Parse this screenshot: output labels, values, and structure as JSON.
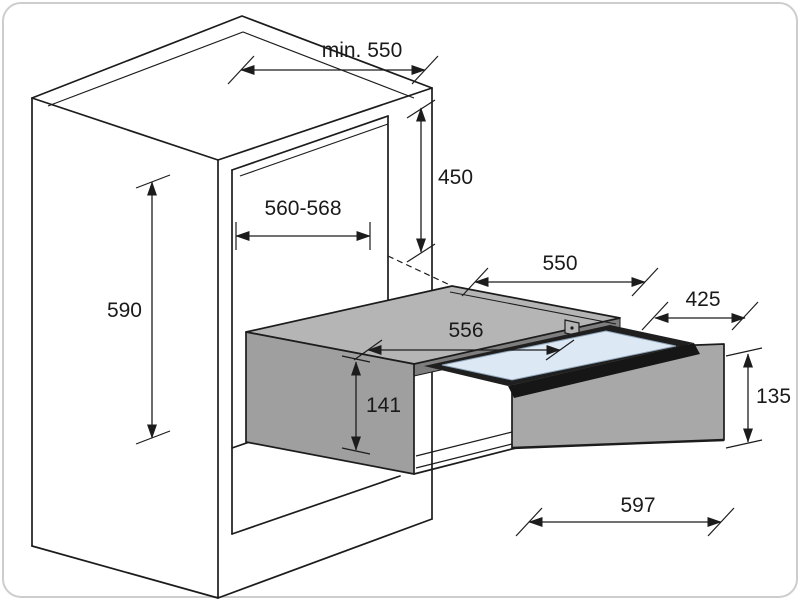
{
  "page": {
    "background": "#ffffff",
    "border_color": "#cdcdcd"
  },
  "diagram": {
    "kind": "technical-installation-drawing",
    "labels": {
      "min_depth": "min. 550",
      "upper_niche_height": "450",
      "niche_width": "560-568",
      "lower_niche_height": "590",
      "appliance_depth": "550",
      "open_depth": "425",
      "appliance_width": "556",
      "appliance_height": "141",
      "drawer_front_height": "135",
      "pullout_depth": "597"
    },
    "colors": {
      "line": "#1c1c1c",
      "body_top": "#b5b5b5",
      "body_side": "#9f9f9f",
      "opening_dark": "#7e7e7e",
      "panel_front": "#a8a8a8",
      "frame_dark": "#1f1f1f",
      "rail_dark": "#161616",
      "glass": "#dce9f5"
    }
  }
}
